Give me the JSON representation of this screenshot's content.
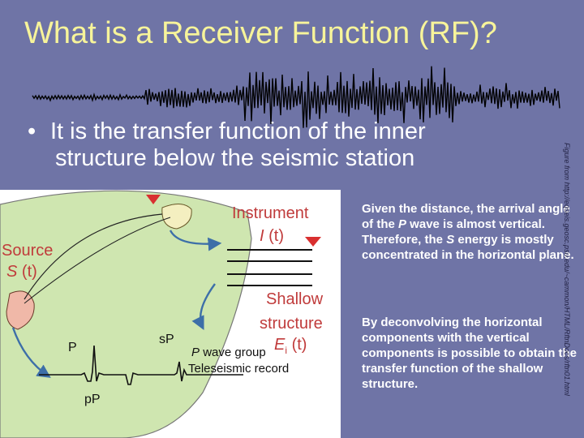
{
  "slide": {
    "title": "What is a Receiver Function (RF)?",
    "bullet_line1": "It is the transfer function of the inner",
    "bullet_line2": "structure below the seismic station",
    "bullet_char": "•"
  },
  "figure": {
    "instrument_label": "Instrument",
    "instrument_symbol": "I",
    "instrument_arg": "(t)",
    "source_label": "Source",
    "source_symbol": "S",
    "source_arg": "(t)",
    "shallow_label_1": "Shallow",
    "shallow_label_2": "structure",
    "shallow_symbol": "E",
    "shallow_subscript": "i",
    "shallow_arg": "(t)",
    "p_label": "P",
    "sp_label": "sP",
    "pp_label": "pP",
    "wave_group_p": "P",
    "wave_group_rest": "wave group",
    "record_label": "Teleseismic record"
  },
  "description": {
    "para1_a": "Given the distance, the arrival angle of the ",
    "para1_p": "P",
    "para1_b": " wave is almost vertical. Therefore, the ",
    "para1_s": "S",
    "para1_c": " energy is mostly concentrated in the horizontal plane.",
    "para2": "By deconvolving the horizontal components with the vertical components is possible to obtain the transfer function of the shallow structure."
  },
  "credit": "Figure from http://eqseis.geosc.psu.edu/~cammon/HTML/RftnDocs/rftn01.html",
  "colors": {
    "background": "#6f74a6",
    "title": "#f7f49a",
    "figure_fill": "#cfe6b0",
    "label_red": "#c03b3b",
    "arrow_blue": "#3d6fa8"
  }
}
